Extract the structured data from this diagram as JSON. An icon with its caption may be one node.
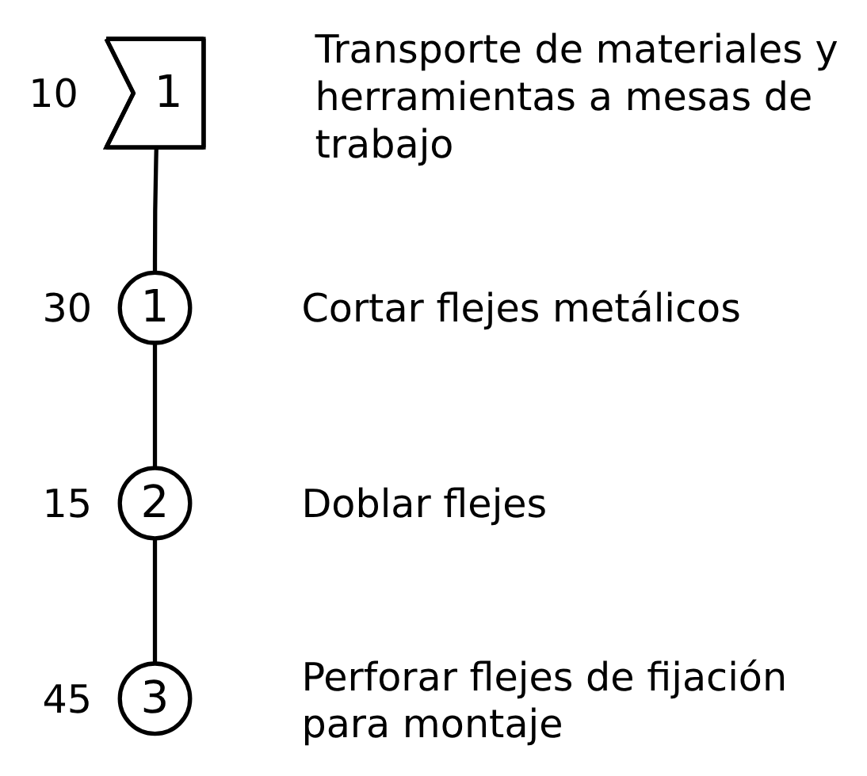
{
  "diagram": {
    "nodes": [
      {
        "text": [
          "1"
        ],
        "beside": [
          "10",
          "Transporte de materiales y herramientas a mesas de trabajo"
        ]
      },
      {
        "text": [
          "1"
        ],
        "beside": [
          "30",
          "Cortar flejes metálicos"
        ]
      },
      {
        "text": [
          "2"
        ],
        "beside": [
          "15",
          "Doblar flejes"
        ]
      },
      {
        "text": [
          "3"
        ],
        "beside": [
          "45",
          "Perforar flejes de fijación para montaje"
        ]
      }
    ],
    "edges": [
      {
        "from": 0,
        "to": 1,
        "arrow": "none"
      },
      {
        "from": 1,
        "to": 2,
        "arrow": "none"
      },
      {
        "from": 2,
        "to": 3,
        "arrow": "none"
      }
    ]
  }
}
